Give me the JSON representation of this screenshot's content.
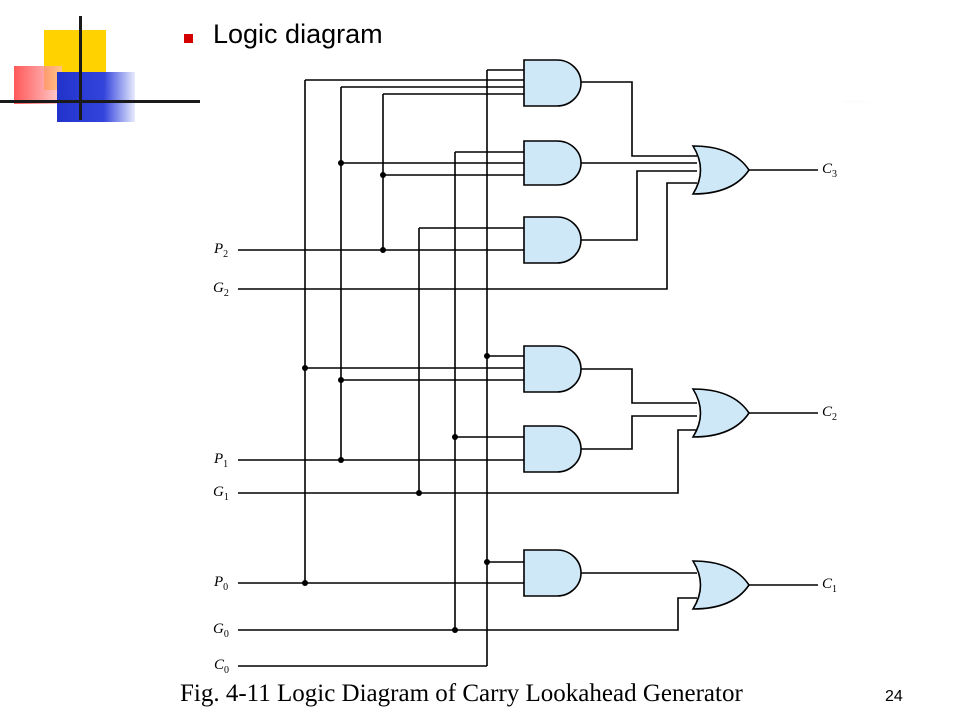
{
  "slide": {
    "title": "Logic diagram",
    "caption": "Fig. 4-11  Logic Diagram of Carry Lookahead Generator",
    "page_number": "24",
    "accent_colors": {
      "bullet": "#d40000",
      "deco_yellow": "#ffd200",
      "deco_blue": "#2233cc",
      "gate_fill": "#cfe8f8"
    }
  },
  "diagram": {
    "inputs": [
      {
        "id": "P2",
        "name": "P",
        "sub": "2"
      },
      {
        "id": "G2",
        "name": "G",
        "sub": "2"
      },
      {
        "id": "P1",
        "name": "P",
        "sub": "1"
      },
      {
        "id": "G1",
        "name": "G",
        "sub": "1"
      },
      {
        "id": "P0",
        "name": "P",
        "sub": "0"
      },
      {
        "id": "G0",
        "name": "G",
        "sub": "0"
      },
      {
        "id": "C0",
        "name": "C",
        "sub": "0"
      }
    ],
    "outputs": [
      {
        "id": "C3",
        "name": "C",
        "sub": "3"
      },
      {
        "id": "C2",
        "name": "C",
        "sub": "2"
      },
      {
        "id": "C1",
        "name": "C",
        "sub": "1"
      }
    ]
  }
}
